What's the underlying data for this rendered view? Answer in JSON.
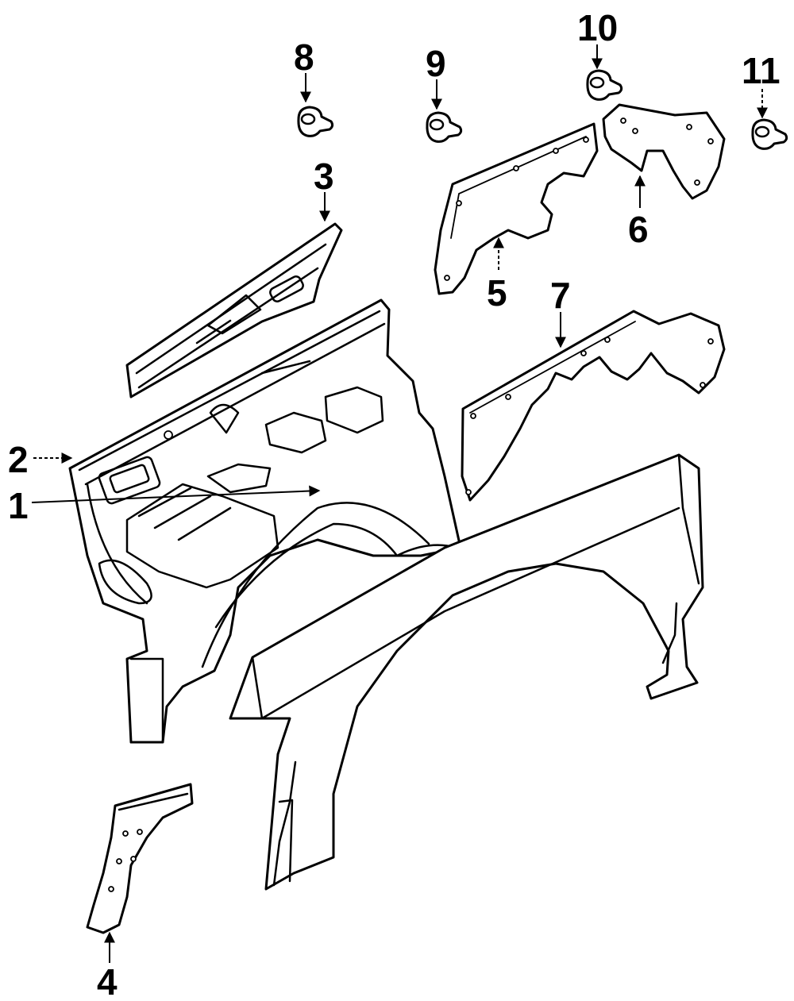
{
  "colors": {
    "line": "#000000",
    "background": "#ffffff"
  },
  "callouts": {
    "c1": "1",
    "c2": "2",
    "c3": "3",
    "c4": "4",
    "c5": "5",
    "c6": "6",
    "c7": "7",
    "c8": "8",
    "c9": "9",
    "c10": "10",
    "c11": "11"
  }
}
